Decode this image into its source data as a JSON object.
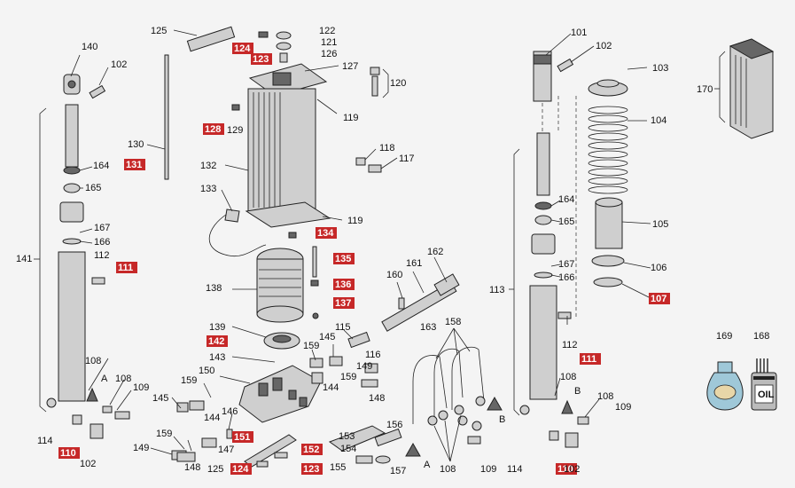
{
  "labels": [
    {
      "id": "l125a",
      "text": "125"
    },
    {
      "id": "l124a",
      "text": "124",
      "red": true
    },
    {
      "id": "l123a",
      "text": "123",
      "red": true
    },
    {
      "id": "l122",
      "text": "122"
    },
    {
      "id": "l121",
      "text": "121"
    },
    {
      "id": "l126",
      "text": "126"
    },
    {
      "id": "l127",
      "text": "127"
    },
    {
      "id": "l120",
      "text": "120"
    },
    {
      "id": "l119a",
      "text": "119"
    },
    {
      "id": "l140",
      "text": "140"
    },
    {
      "id": "l102a",
      "text": "102"
    },
    {
      "id": "l128",
      "text": "128",
      "red": true
    },
    {
      "id": "l129",
      "text": "129"
    },
    {
      "id": "l130",
      "text": "130"
    },
    {
      "id": "l131",
      "text": "131",
      "red": true
    },
    {
      "id": "l132",
      "text": "132"
    },
    {
      "id": "l118",
      "text": "118"
    },
    {
      "id": "l117",
      "text": "117"
    },
    {
      "id": "l164a",
      "text": "164"
    },
    {
      "id": "l165a",
      "text": "165"
    },
    {
      "id": "l133",
      "text": "133"
    },
    {
      "id": "l119b",
      "text": "119"
    },
    {
      "id": "l134",
      "text": "134",
      "red": true
    },
    {
      "id": "l167a",
      "text": "167"
    },
    {
      "id": "l166a",
      "text": "166"
    },
    {
      "id": "l141",
      "text": "141"
    },
    {
      "id": "l112a",
      "text": "112"
    },
    {
      "id": "l111a",
      "text": "111",
      "red": true
    },
    {
      "id": "l135",
      "text": "135",
      "red": true
    },
    {
      "id": "l136",
      "text": "136",
      "red": true
    },
    {
      "id": "l138",
      "text": "138"
    },
    {
      "id": "l137",
      "text": "137",
      "red": true
    },
    {
      "id": "l162",
      "text": "162"
    },
    {
      "id": "l161",
      "text": "161"
    },
    {
      "id": "l160",
      "text": "160"
    },
    {
      "id": "l163",
      "text": "163"
    },
    {
      "id": "l139",
      "text": "139"
    },
    {
      "id": "l142",
      "text": "142",
      "red": true
    },
    {
      "id": "l143",
      "text": "143"
    },
    {
      "id": "l115",
      "text": "115"
    },
    {
      "id": "l145a",
      "text": "145"
    },
    {
      "id": "l159a",
      "text": "159"
    },
    {
      "id": "l116",
      "text": "116"
    },
    {
      "id": "l149a",
      "text": "149"
    },
    {
      "id": "l108a",
      "text": "108"
    },
    {
      "id": "lA1",
      "text": "A"
    },
    {
      "id": "l108b",
      "text": "108"
    },
    {
      "id": "l109a",
      "text": "109"
    },
    {
      "id": "l150",
      "text": "150"
    },
    {
      "id": "l159b",
      "text": "159"
    },
    {
      "id": "l144a",
      "text": "144"
    },
    {
      "id": "l159c",
      "text": "159"
    },
    {
      "id": "l148a",
      "text": "148"
    },
    {
      "id": "l145b",
      "text": "145"
    },
    {
      "id": "l146",
      "text": "146"
    },
    {
      "id": "l144b",
      "text": "144"
    },
    {
      "id": "l114a",
      "text": "114"
    },
    {
      "id": "l110a",
      "text": "110",
      "red": true
    },
    {
      "id": "l102b",
      "text": "102"
    },
    {
      "id": "l159d",
      "text": "159"
    },
    {
      "id": "l151",
      "text": "151",
      "red": true
    },
    {
      "id": "l149b",
      "text": "149"
    },
    {
      "id": "l148b",
      "text": "148"
    },
    {
      "id": "l147",
      "text": "147"
    },
    {
      "id": "l125b",
      "text": "125"
    },
    {
      "id": "l124b",
      "text": "124",
      "red": true
    },
    {
      "id": "l152",
      "text": "152",
      "red": true
    },
    {
      "id": "l123b",
      "text": "123",
      "red": true
    },
    {
      "id": "l153",
      "text": "153"
    },
    {
      "id": "l154",
      "text": "154"
    },
    {
      "id": "l155",
      "text": "155"
    },
    {
      "id": "l156",
      "text": "156"
    },
    {
      "id": "l157",
      "text": "157"
    },
    {
      "id": "l158",
      "text": "158"
    },
    {
      "id": "lA2",
      "text": "A"
    },
    {
      "id": "l108c",
      "text": "108"
    },
    {
      "id": "lB1",
      "text": "B"
    },
    {
      "id": "l109b",
      "text": "109"
    },
    {
      "id": "l101",
      "text": "101"
    },
    {
      "id": "l102c",
      "text": "102"
    },
    {
      "id": "l103",
      "text": "103"
    },
    {
      "id": "l104",
      "text": "104"
    },
    {
      "id": "l164b",
      "text": "164"
    },
    {
      "id": "l165b",
      "text": "165"
    },
    {
      "id": "l105",
      "text": "105"
    },
    {
      "id": "l167b",
      "text": "167"
    },
    {
      "id": "l166b",
      "text": "166"
    },
    {
      "id": "l106",
      "text": "106"
    },
    {
      "id": "l113",
      "text": "113"
    },
    {
      "id": "l107",
      "text": "107",
      "red": true
    },
    {
      "id": "l112b",
      "text": "112"
    },
    {
      "id": "l111b",
      "text": "111",
      "red": true
    },
    {
      "id": "l108d",
      "text": "108"
    },
    {
      "id": "lB2",
      "text": "B"
    },
    {
      "id": "l108e",
      "text": "108"
    },
    {
      "id": "l109c",
      "text": "109"
    },
    {
      "id": "l114b",
      "text": "114"
    },
    {
      "id": "l110b",
      "text": "110",
      "red": true
    },
    {
      "id": "l102d",
      "text": "102"
    },
    {
      "id": "l170",
      "text": "170"
    },
    {
      "id": "l169",
      "text": "169"
    },
    {
      "id": "l168",
      "text": "168"
    }
  ],
  "oil_label": "OIL"
}
